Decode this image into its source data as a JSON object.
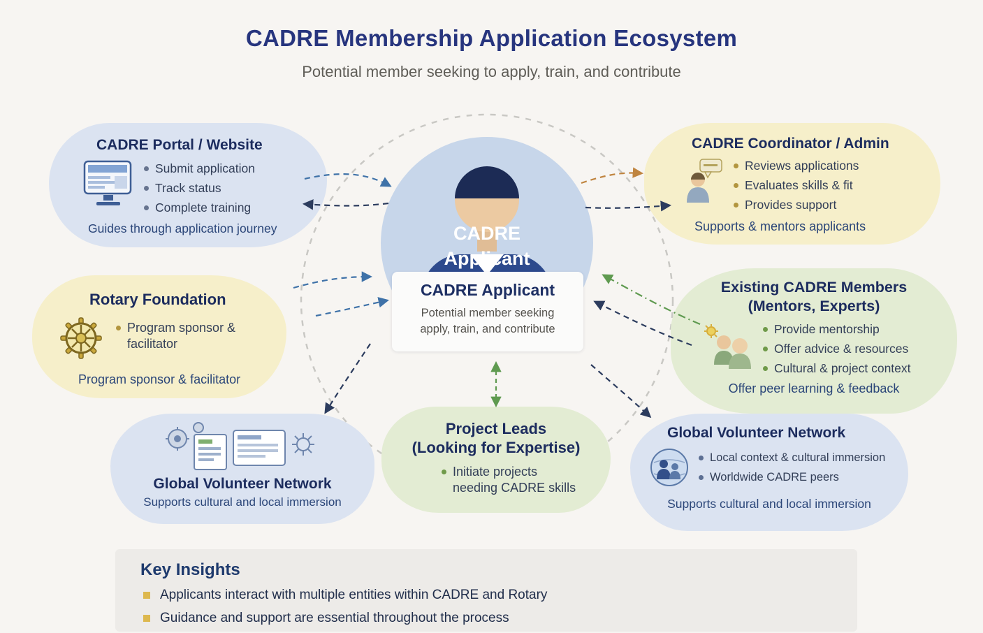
{
  "title": "CADRE Membership Application Ecosystem",
  "subtitle": "Potential member seeking to apply, train, and contribute",
  "center": {
    "avatar_line1": "CADRE",
    "avatar_line2": "Applicant",
    "card_title": "CADRE Applicant",
    "card_desc1": "Potential member seeking",
    "card_desc2": "apply, train, and contribute"
  },
  "nodes": {
    "portal": {
      "title": "CADRE Portal / Website",
      "icon": "monitor-icon",
      "bullets": [
        "Submit application",
        "Track status",
        "Complete training"
      ],
      "caption": "Guides through application journey"
    },
    "coordinator": {
      "title": "CADRE Coordinator / Admin",
      "icon": "person-chat-icon",
      "bullets": [
        "Reviews applications",
        "Evaluates skills & fit",
        "Provides support"
      ],
      "caption": "Supports & mentors applicants"
    },
    "rotary": {
      "title": "Rotary Foundation",
      "icon": "rotary-wheel-icon",
      "bullets": [
        "Program sponsor & facilitator"
      ],
      "caption": "Program sponsor & facilitator"
    },
    "members": {
      "title_line1": "Existing CADRE Members",
      "title_line2": "(Mentors, Experts)",
      "icon": "people-idea-icon",
      "bullets": [
        "Provide mentorship",
        "Offer advice & resources",
        "Cultural & project context"
      ],
      "caption": "Offer peer learning & feedback"
    },
    "volunteer_left": {
      "title": "Global Volunteer Network",
      "icon": "gears-docs-icon",
      "caption": "Supports cultural and local immersion"
    },
    "project_leads": {
      "title_line1": "Project Leads",
      "title_line2": "(Looking for Expertise)",
      "bullets": [
        "Initiate projects needing CADRE skills"
      ]
    },
    "volunteer_right": {
      "title": "Global Volunteer Network",
      "icon": "people-globe-icon",
      "bullets": [
        "Local context & cultural immersion",
        "Worldwide CADRE peers"
      ],
      "caption": "Supports cultural and local immersion"
    }
  },
  "key_insights": {
    "title": "Key Insights",
    "items": [
      "Applicants interact with multiple entities within CADRE and Rotary",
      "Guidance and support are essential throughout the process"
    ]
  },
  "colors": {
    "title_navy": "#27357e",
    "bubble_blue": "#dbe3f1",
    "bubble_yellow": "#f6efca",
    "bubble_green": "#e3ecd3",
    "center_circle": "#c7d6ea",
    "figure_navy": "#2d4a8d",
    "arrow_blue": "#3f72a8",
    "arrow_orange": "#c08540",
    "arrow_green": "#5f9a50",
    "arrow_navy": "#2c3c5e",
    "insights_bg": "#edebe8",
    "insight_bullet": "#ddb84e"
  }
}
